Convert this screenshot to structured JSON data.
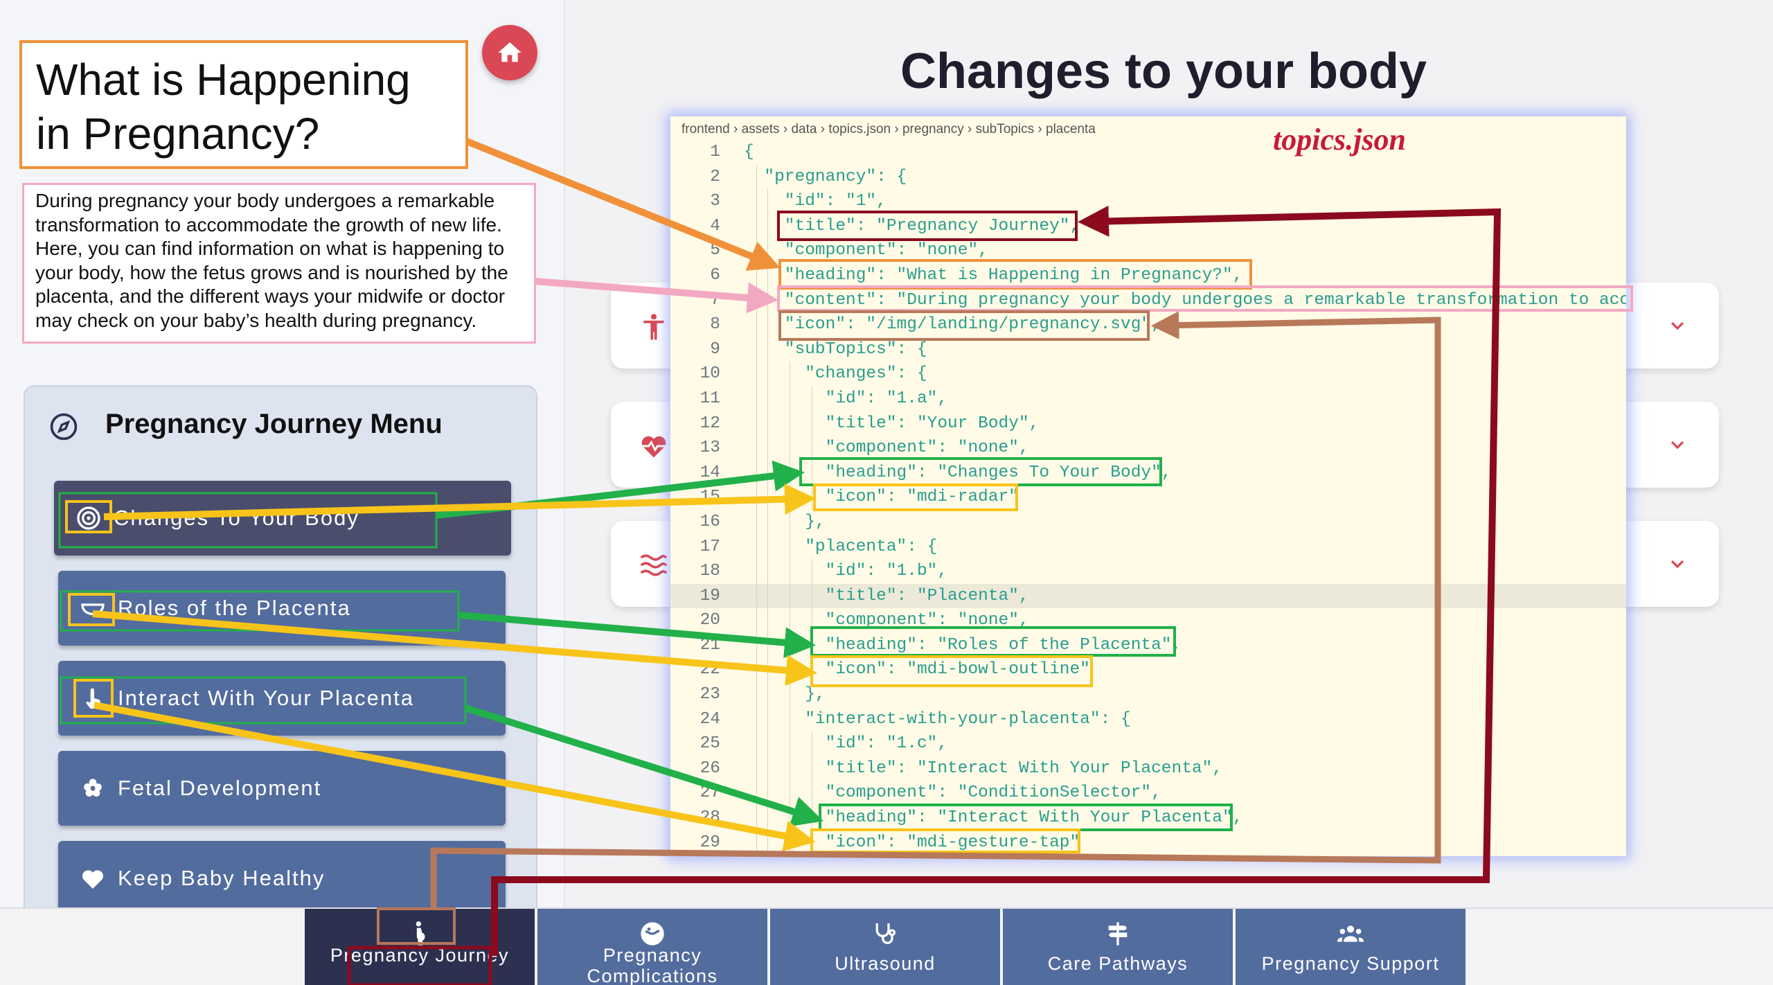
{
  "sidebar": {
    "page_title": "What is Happening in Pregnancy?",
    "intro": "During pregnancy your body undergoes a remarkable transformation to accommodate the growth of new life. Here, you can find information on what is happening to your body, how the fetus grows and is nourished by the placenta, and the different ways your midwife or doctor may check on your baby’s health during pregnancy.",
    "home_icon": "home-icon",
    "menu_title": "Pregnancy Journey Menu",
    "menu_icon": "compass-icon",
    "menu_items": [
      {
        "label": "Changes To Your Body",
        "icon": "radar-icon",
        "active": true
      },
      {
        "label": "Roles of the Placenta",
        "icon": "bowl-outline-icon"
      },
      {
        "label": "Interact With Your Placenta",
        "icon": "gesture-tap-icon"
      },
      {
        "label": "Fetal Development",
        "icon": "flower-icon"
      },
      {
        "label": "Keep Baby Healthy",
        "icon": "hand-heart-icon"
      }
    ]
  },
  "main": {
    "title": "Changes to your body",
    "accordions": [
      {
        "icon": "human-icon"
      },
      {
        "icon": "heart-pulse-icon"
      },
      {
        "icon": "waves-icon"
      }
    ]
  },
  "code": {
    "file_label": "topics.json",
    "breadcrumbs": [
      "frontend",
      "assets",
      "data",
      "topics.json",
      "pregnancy",
      "subTopics",
      "placenta"
    ],
    "lines": [
      "{",
      "  \"pregnancy\": {",
      "    \"id\": \"1\",",
      "    \"title\": \"Pregnancy Journey\",",
      "    \"component\": \"none\",",
      "    \"heading\": \"What is Happening in Pregnancy?\",",
      "    \"content\": \"During pregnancy your body undergoes a remarkable transformation to accomm",
      "    \"icon\": \"/img/landing/pregnancy.svg\",",
      "    \"subTopics\": {",
      "      \"changes\": {",
      "        \"id\": \"1.a\",",
      "        \"title\": \"Your Body\",",
      "        \"component\": \"none\",",
      "        \"heading\": \"Changes To Your Body\",",
      "        \"icon\": \"mdi-radar\"",
      "      },",
      "      \"placenta\": {",
      "        \"id\": \"1.b\",",
      "        \"title\": \"Placenta\",",
      "        \"component\": \"none\",",
      "        \"heading\": \"Roles of the Placenta\",",
      "        \"icon\": \"mdi-bowl-outline\"",
      "      },",
      "      \"interact-with-your-placenta\": {",
      "        \"id\": \"1.c\",",
      "        \"title\": \"Interact With Your Placenta\",",
      "        \"component\": \"ConditionSelector\",",
      "        \"heading\": \"Interact With Your Placenta\",",
      "        \"icon\": \"mdi-gesture-tap\""
    ]
  },
  "tabbar": {
    "tabs": [
      {
        "label": "Pregnancy Journey",
        "icon": "pregnancy-icon",
        "active": true
      },
      {
        "label": "Pregnancy Complications",
        "icon": "complications-icon"
      },
      {
        "label": "Ultrasound",
        "icon": "stethoscope-icon"
      },
      {
        "label": "Care Pathways",
        "icon": "signpost-icon"
      },
      {
        "label": "Pregnancy Support",
        "icon": "account-group-icon"
      }
    ]
  },
  "colors": {
    "accent_red": "#d94854",
    "nav_blue": "#536c9e",
    "nav_active": "#2d3150",
    "annot_orange": "#f0913a",
    "annot_pink": "#f3a8c2",
    "annot_green": "#22b04a",
    "annot_yellow": "#f8c41a",
    "annot_maroon": "#8b0a1e",
    "annot_brown": "#b8785a"
  }
}
